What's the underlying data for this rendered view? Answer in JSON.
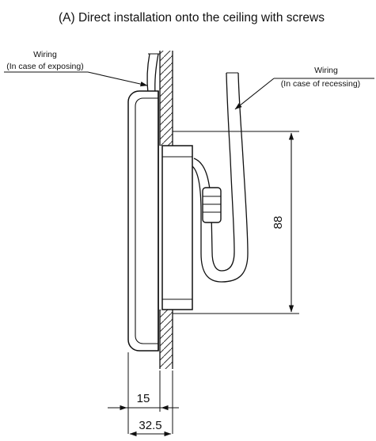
{
  "title": "(A) Direct installation onto the ceiling with screws",
  "callouts": {
    "exposed": {
      "line1": "Wiring",
      "line2": "(In case of exposing)"
    },
    "recessed": {
      "line1": "Wiring",
      "line2": "(In case of recessing)"
    }
  },
  "dimensions": {
    "height": "88",
    "front_depth": "15",
    "total_depth": "32.5"
  }
}
